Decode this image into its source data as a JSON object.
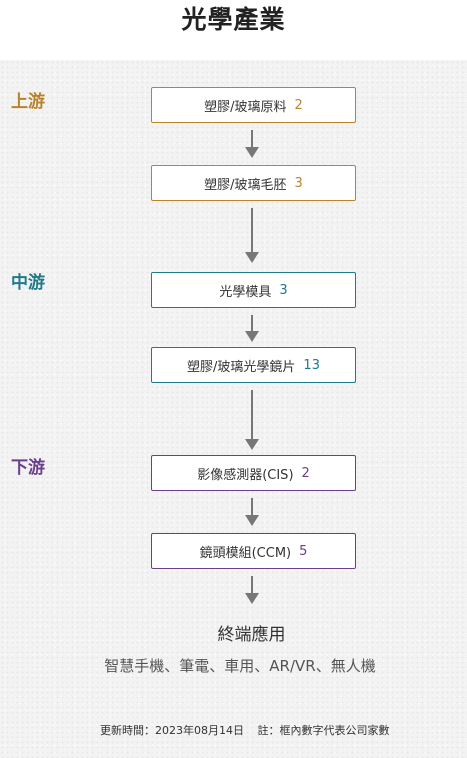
{
  "title": "光學產業",
  "stages": {
    "upstream": "上游",
    "midstream": "中游",
    "downstream": "下游"
  },
  "nodes": [
    {
      "label": "塑膠/玻璃原料",
      "count": "2"
    },
    {
      "label": "塑膠/玻璃毛胚",
      "count": "3"
    },
    {
      "label": "光學模具",
      "count": "3"
    },
    {
      "label": "塑膠/玻璃光學鏡片",
      "count": "13"
    },
    {
      "label": "影像感測器(CIS)",
      "count": "2"
    },
    {
      "label": "鏡頭模組(CCM)",
      "count": "5"
    }
  ],
  "end_use": {
    "title": "終端應用",
    "applications": "智慧手機、筆電、車用、AR/VR、無人機"
  },
  "footer": {
    "updated": "更新時間：2023年08月14日",
    "note": "註：框內數字代表公司家數"
  },
  "colors": {
    "upstream": "#b9832c",
    "midstream": "#1f7a8a",
    "downstream": "#6b3f8b",
    "arrow": "#777777"
  }
}
